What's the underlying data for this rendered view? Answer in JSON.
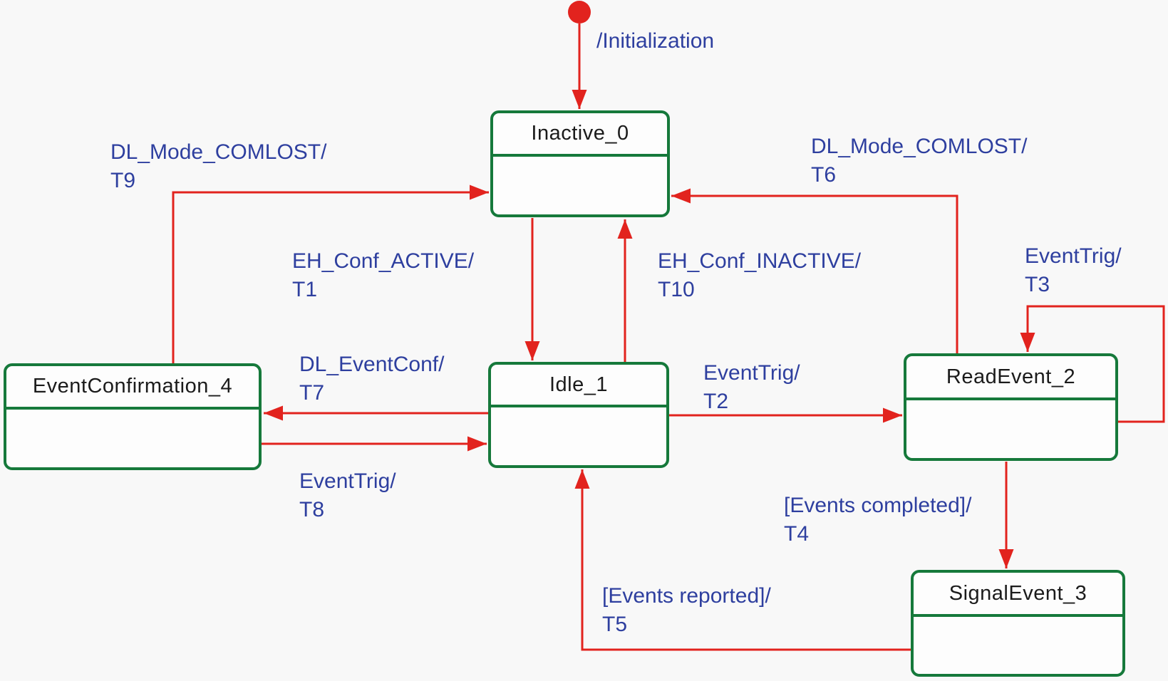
{
  "states": {
    "inactive": {
      "label": "Inactive_0"
    },
    "idle": {
      "label": "Idle_1"
    },
    "readevent": {
      "label": "ReadEvent_2"
    },
    "signalevent": {
      "label": "SignalEvent_3"
    },
    "eventconfirmation": {
      "label": "EventConfirmation_4"
    }
  },
  "transitions": {
    "init": {
      "event": "/Initialization",
      "name": ""
    },
    "t1": {
      "event": "EH_Conf_ACTIVE/",
      "name": "T1"
    },
    "t2": {
      "event": "EventTrig/",
      "name": "T2"
    },
    "t3": {
      "event": "EventTrig/",
      "name": "T3"
    },
    "t4": {
      "event": "[Events completed]/",
      "name": "T4"
    },
    "t5": {
      "event": "[Events reported]/",
      "name": "T5"
    },
    "t6": {
      "event": "DL_Mode_COMLOST/",
      "name": "T6"
    },
    "t7": {
      "event": "DL_EventConf/",
      "name": "T7"
    },
    "t8": {
      "event": "EventTrig/",
      "name": "T8"
    },
    "t9": {
      "event": "DL_Mode_COMLOST/",
      "name": "T9"
    },
    "t10": {
      "event": "EH_Conf_INACTIVE/",
      "name": "T10"
    }
  },
  "colors": {
    "line": "#e2231e",
    "green": "#16793b",
    "blue": "#2e3f9f",
    "ink": "#1b1b1b",
    "bg": "#f8f8f8"
  }
}
